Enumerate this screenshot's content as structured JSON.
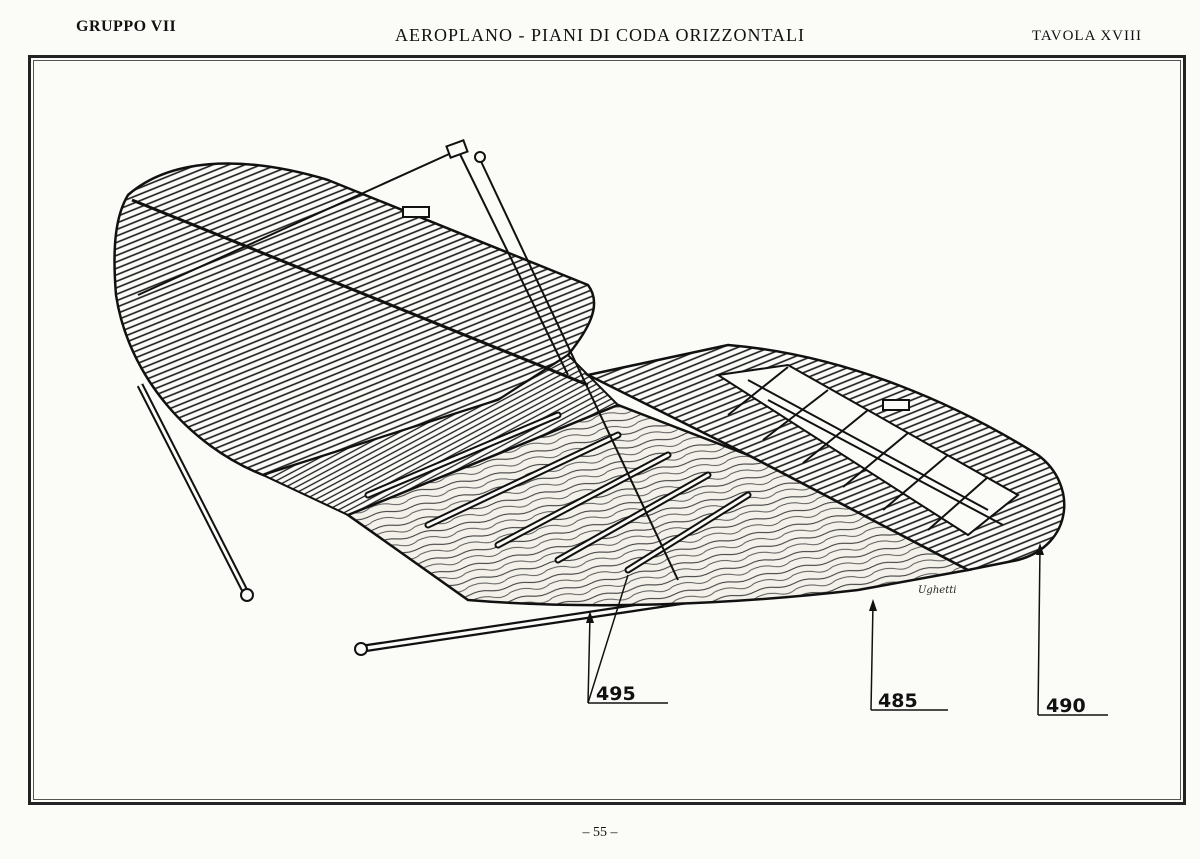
{
  "header": {
    "left": "GRUPPO VII",
    "center": "AEROPLANO - PIANI DI CODA ORIZZONTALI",
    "right": "TAVOLA XVIII"
  },
  "callouts": {
    "c495": "495",
    "c485": "485",
    "c490": "490"
  },
  "signature": "Ughetti",
  "footer": {
    "page": "– 55 –"
  }
}
